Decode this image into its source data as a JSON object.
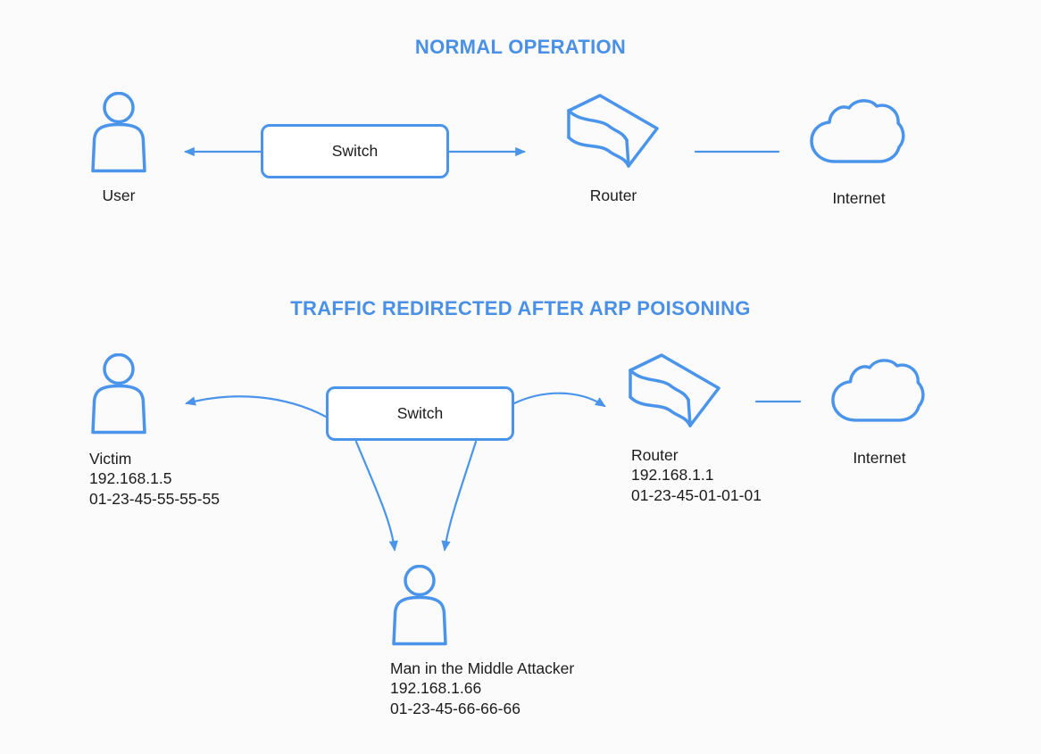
{
  "colors": {
    "accent": "#4a94ec",
    "title": "#4a90e6",
    "text": "#1c1c1e",
    "background": "#fbfbfb",
    "node_fill": "#ffffff"
  },
  "icons": {
    "user": "person-icon",
    "victim": "person-icon",
    "attacker": "person-icon",
    "router": "router-icon",
    "internet": "cloud-icon"
  },
  "sections": {
    "normal": {
      "title": "NORMAL OPERATION",
      "nodes": {
        "user": {
          "label": "User"
        },
        "switch": {
          "label": "Switch"
        },
        "router": {
          "label": "Router"
        },
        "internet": {
          "label": "Internet"
        }
      }
    },
    "poisoned": {
      "title": "TRAFFIC REDIRECTED AFTER ARP POISONING",
      "nodes": {
        "victim": {
          "label": "Victim",
          "ip": "192.168.1.5",
          "mac": "01-23-45-55-55-55"
        },
        "switch": {
          "label": "Switch"
        },
        "router": {
          "label": "Router",
          "ip": "192.168.1.1",
          "mac": "01-23-45-01-01-01"
        },
        "internet": {
          "label": "Internet"
        },
        "attacker": {
          "label": "Man in the Middle Attacker",
          "ip": "192.168.1.66",
          "mac": "01-23-45-66-66-66"
        }
      }
    }
  }
}
